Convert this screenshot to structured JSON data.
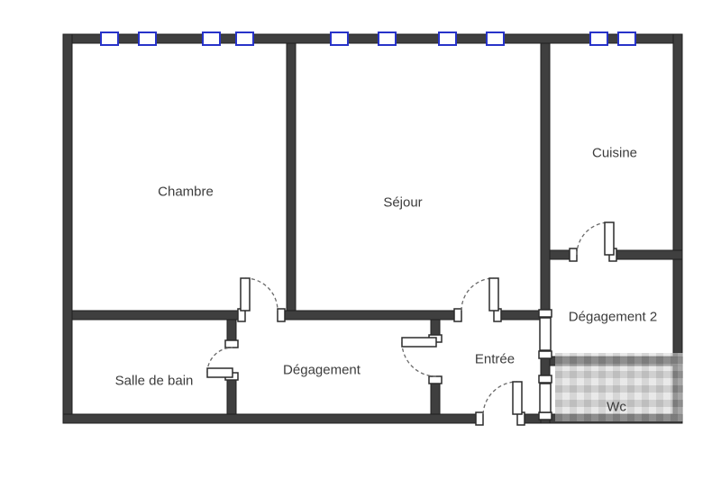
{
  "plan": {
    "type": "apartment-floor-plan",
    "rooms": {
      "chambre": "Chambre",
      "sejour": "Séjour",
      "cuisine": "Cuisine",
      "salle_de_bain": "Salle de bain",
      "degagement": "Dégagement",
      "entree": "Entrée",
      "degagement_2": "Dégagement 2",
      "wc": "Wc"
    },
    "window_count": 10,
    "door_count": 8
  },
  "colors": {
    "wall": "#3f3f3f",
    "wall_edge": "#1f1f1f",
    "window_frame": "#2733c9",
    "door_arc": "#6a6a6a",
    "label_text": "#3c3c3c",
    "background": "#ffffff"
  }
}
